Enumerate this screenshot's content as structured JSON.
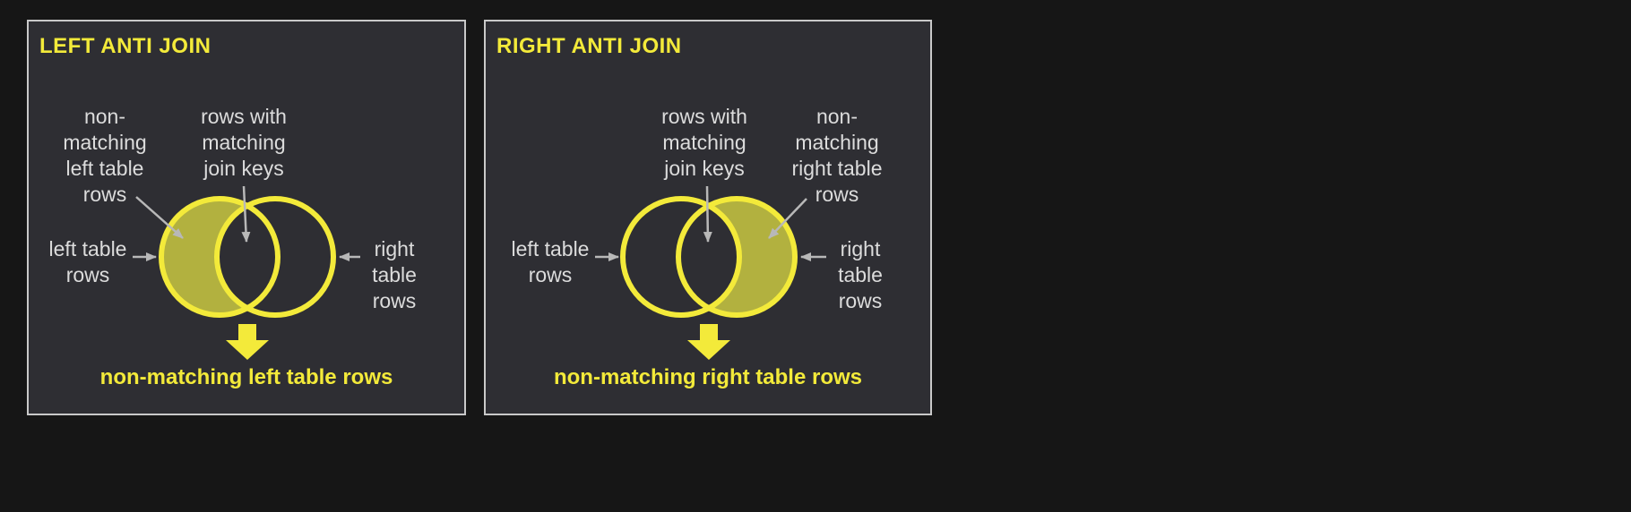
{
  "colors": {
    "page_bg": "#161616",
    "panel_bg": "#2e2e33",
    "panel_border": "#c9c9c9",
    "yellow": "#f3ea3a",
    "venn_fill": "#b2b13f",
    "label_text": "#dcdcdc",
    "arrow_gray": "#b8b8b8"
  },
  "panels": [
    {
      "title": "LEFT ANTI JOIN",
      "labels": {
        "non_matching": "non-\nmatching\nleft table\nrows",
        "matching": "rows with\nmatching\njoin keys",
        "left_table": "left table\nrows",
        "right_table": "right table\nrows"
      },
      "caption": "non-matching left table rows"
    },
    {
      "title": "RIGHT ANTI JOIN",
      "labels": {
        "matching": "rows with\nmatching\njoin keys",
        "non_matching": "non-\nmatching\nright table\nrows",
        "left_table": "left table\nrows",
        "right_table": "right table\nrows"
      },
      "caption": "non-matching right table rows"
    }
  ]
}
